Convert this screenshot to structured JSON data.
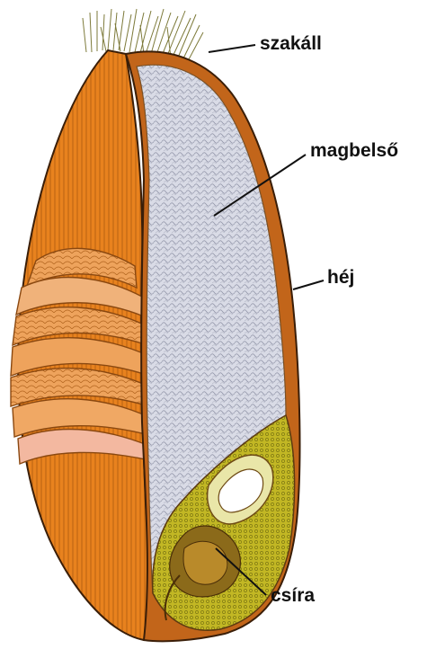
{
  "labels": {
    "beard": "szakáll",
    "endosperm": "magbelső",
    "hull": "héj",
    "germ": "csíra"
  },
  "colors": {
    "bran_orange": "#e8821e",
    "bran_dark": "#a8500c",
    "layer_peach": "#f0b27a",
    "layer_pink": "#f3b8a0",
    "endosperm_grey": "#d9dbe6",
    "germ_olive": "#b9ae1e",
    "germ_dark": "#6e4a14",
    "outline": "#3a1e08",
    "leader": "#111111"
  }
}
